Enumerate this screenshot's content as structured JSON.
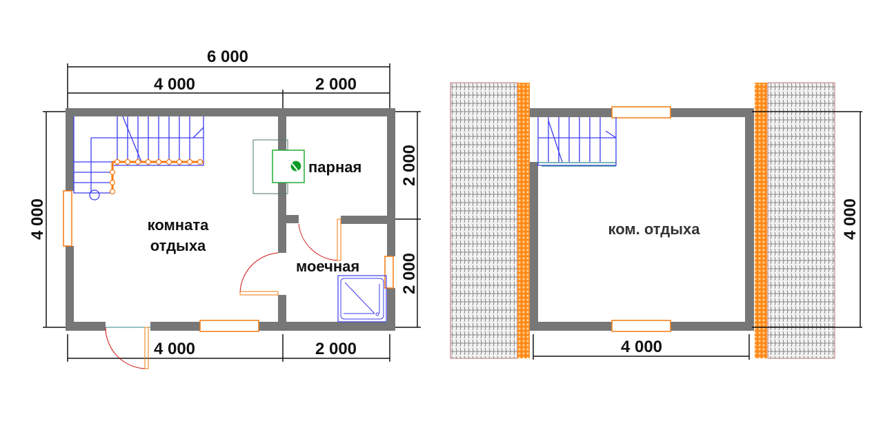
{
  "ground_floor": {
    "dimensions": {
      "total_width": "6 000",
      "top_left": "4 000",
      "top_right": "2 000",
      "bottom_left": "4 000",
      "bottom_right": "2 000",
      "left_height": "4 000",
      "right_upper": "2 000",
      "right_lower": "2 000"
    },
    "rooms": {
      "steam_room": "парная",
      "lounge_line1": "комната",
      "lounge_line2": "отдыха",
      "wash_room": "моечная"
    }
  },
  "attic_floor": {
    "dimensions": {
      "width": "4 000",
      "height": "4 000"
    },
    "rooms": {
      "lounge": "ком. отдыха"
    }
  },
  "colors": {
    "wall": "#777777",
    "window": "#f47a10",
    "stairs": "#3a3af0",
    "door_arc": "#d01010",
    "stove": "#22aa33"
  }
}
